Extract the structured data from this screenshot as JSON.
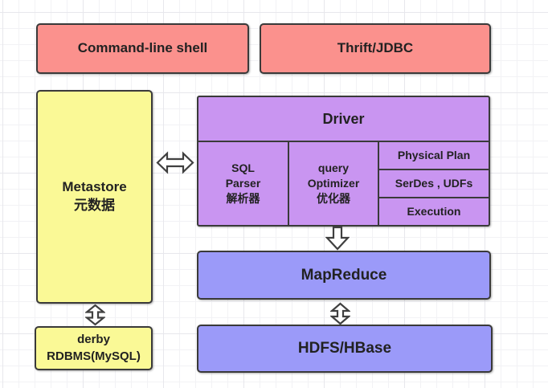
{
  "diagram": {
    "description": "Hive architecture diagram on grid canvas",
    "boxes": {
      "command_line_shell": {
        "label": "Command-line shell",
        "color": "#fb918d"
      },
      "thrift_jdbc": {
        "label": "Thrift/JDBC",
        "color": "#fb918d"
      },
      "metastore": {
        "label": "Metastore\n元数据",
        "color": "#faf996"
      },
      "driver": {
        "label": "Driver",
        "color": "#c995f1"
      },
      "sql_parser": {
        "label": "SQL\nParser\n解析器",
        "color": "#c995f1"
      },
      "query_optimizer": {
        "label": "query\nOptimizer\n优化器",
        "color": "#c995f1"
      },
      "physical_plan": {
        "label": "Physical Plan",
        "color": "#c995f1"
      },
      "serdes_udfs": {
        "label": "SerDes , UDFs",
        "color": "#c995f1"
      },
      "execution": {
        "label": "Execution",
        "color": "#c995f1"
      },
      "mapreduce": {
        "label": "MapReduce",
        "color": "#9b9af9"
      },
      "hdfs_hbase": {
        "label": "HDFS/HBase",
        "color": "#9b9af9"
      },
      "derby_rdbms": {
        "label": "derby\nRDBMS(MySQL)",
        "color": "#faf996"
      }
    },
    "arrows": [
      {
        "name": "metastore-driver-arrow",
        "type": "double-horizontal"
      },
      {
        "name": "driver-mapreduce-arrow",
        "type": "single-down"
      },
      {
        "name": "mapreduce-hdfs-arrow",
        "type": "double-vertical"
      },
      {
        "name": "metastore-derby-arrow",
        "type": "double-vertical"
      }
    ],
    "colors": {
      "border": "#3a3a3a",
      "text": "#222222",
      "pink": "#fb918d",
      "yellow": "#faf996",
      "purple": "#c995f1",
      "blue": "#9b9af9",
      "grid_line": "#f2f2f5",
      "grid_major_line": "#e7e7ec",
      "arrow_fill": "#ffffff",
      "arrow_outline": "#404040"
    }
  }
}
